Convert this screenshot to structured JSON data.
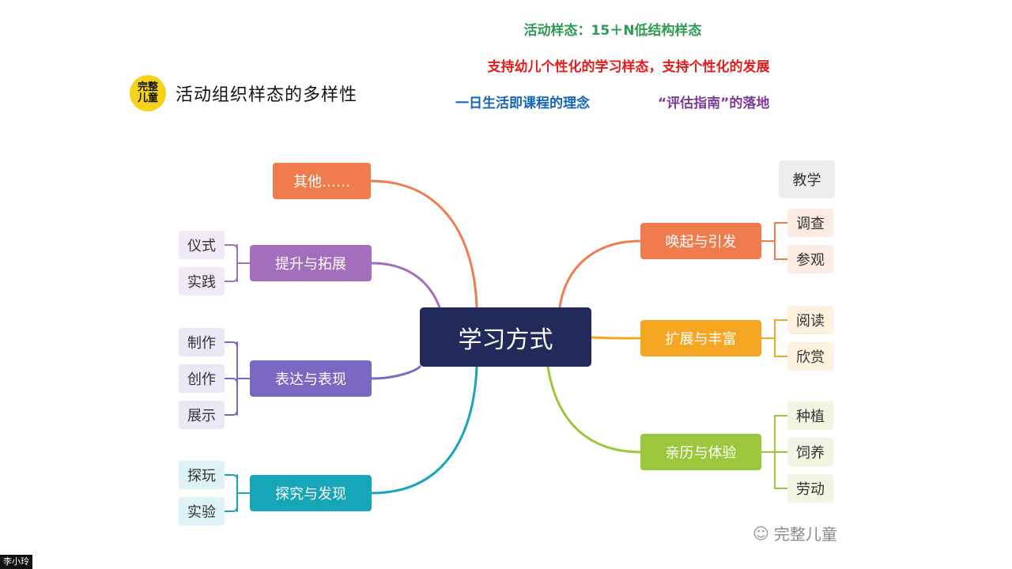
{
  "header": {
    "line1": "活动样态：15＋N低结构样态",
    "line2": "支持幼儿个性化的学习样态，支持个性化的发展",
    "line3a": "一日生活即课程的理念",
    "line3b": "“评估指南”的落地"
  },
  "logo_text": "完整儿童",
  "page_title": "活动组织样态的多样性",
  "mindmap": {
    "center": "学习方式",
    "top_right_label": "教学",
    "left_branches": [
      {
        "label": "其他……",
        "color": "#f07c4e",
        "items": []
      },
      {
        "label": "提升与拓展",
        "color": "#a36fbd",
        "items": [
          "仪式",
          "实践"
        ]
      },
      {
        "label": "表达与表现",
        "color": "#7b68c2",
        "items": [
          "制作",
          "创作",
          "展示"
        ]
      },
      {
        "label": "探究与发现",
        "color": "#17a5b8",
        "items": [
          "探玩",
          "实验"
        ]
      }
    ],
    "right_branches": [
      {
        "label": "唤起与引发",
        "color": "#f07c4e",
        "items": [
          "调查",
          "参观"
        ]
      },
      {
        "label": "扩展与丰富",
        "color": "#f5a623",
        "items": [
          "阅读",
          "欣赏"
        ]
      },
      {
        "label": "亲历与体验",
        "color": "#9cc63b",
        "items": [
          "种植",
          "饲养",
          "劳动"
        ]
      }
    ]
  },
  "watermark": "完整儿童",
  "presenter": "李小玲"
}
